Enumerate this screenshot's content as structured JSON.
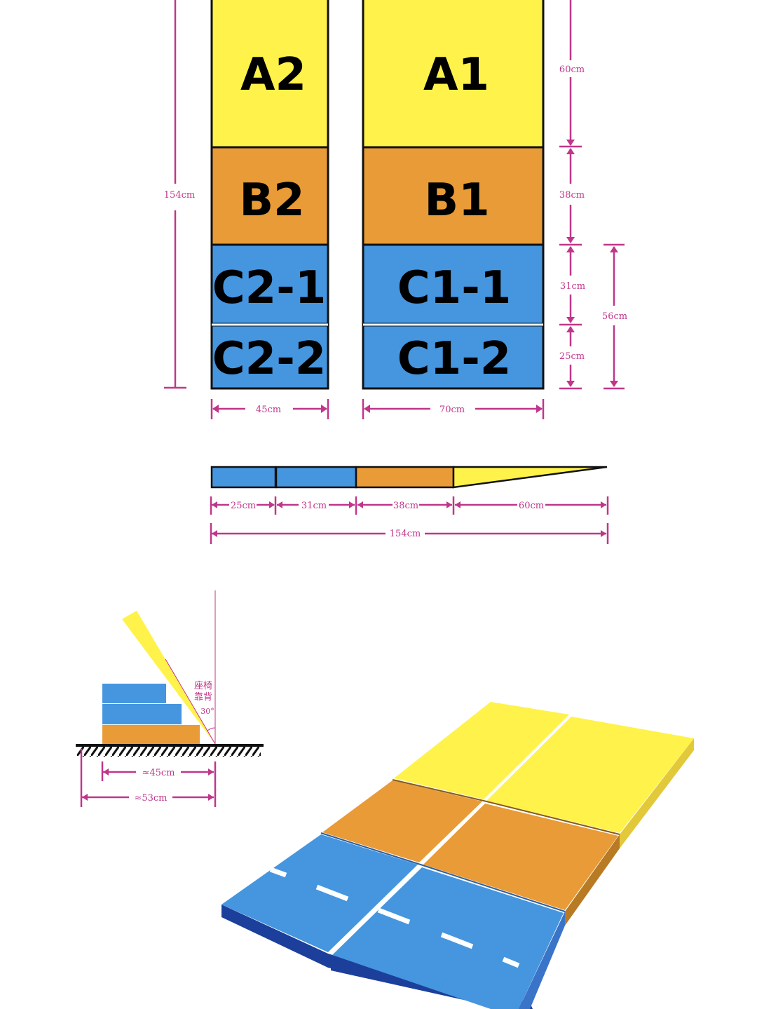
{
  "colors": {
    "yellow": "#FFF24A",
    "orange": "#E89B36",
    "blue": "#4596DF",
    "dark_blue": "#1B3F9B",
    "magenta": "#C0368A",
    "outline": "#111111"
  },
  "front_view": {
    "blocks": {
      "a2": "A2",
      "b2": "B2",
      "c2_1": "C2-1",
      "c2_2": "C2-2",
      "a1": "A1",
      "b1": "B1",
      "c1_1": "C1-1",
      "c1_2": "C1-2"
    },
    "dims": {
      "total_height": "154cm",
      "a_height": "60cm",
      "b_height": "38cm",
      "c1_height": "31cm",
      "c2_height": "25cm",
      "c_total": "56cm",
      "left_width": "45cm",
      "right_width": "70cm"
    }
  },
  "side_view": {
    "dims": {
      "c2": "25cm",
      "c1": "31cm",
      "b": "38cm",
      "a": "60cm",
      "total": "154cm"
    }
  },
  "seat_view": {
    "label_line1": "座椅",
    "label_line2": "靠背",
    "angle": "30°",
    "dim_inner": "≈45cm",
    "dim_outer": "≈53cm"
  }
}
